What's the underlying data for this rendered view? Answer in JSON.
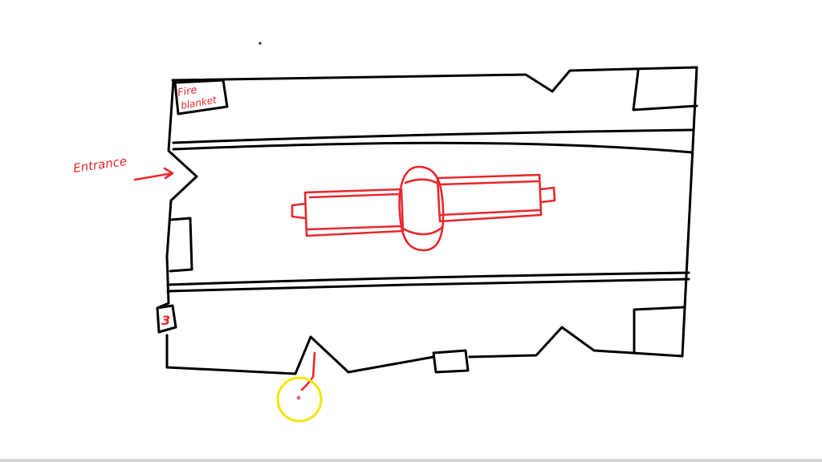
{
  "labels": {
    "fire_blanket": [
      "Fire",
      "blanket"
    ],
    "entrance": "Entrance",
    "marker_number": "3"
  },
  "colors": {
    "ink": "#000000",
    "annotation": "#e8282d",
    "cursor": "#f2e600"
  }
}
